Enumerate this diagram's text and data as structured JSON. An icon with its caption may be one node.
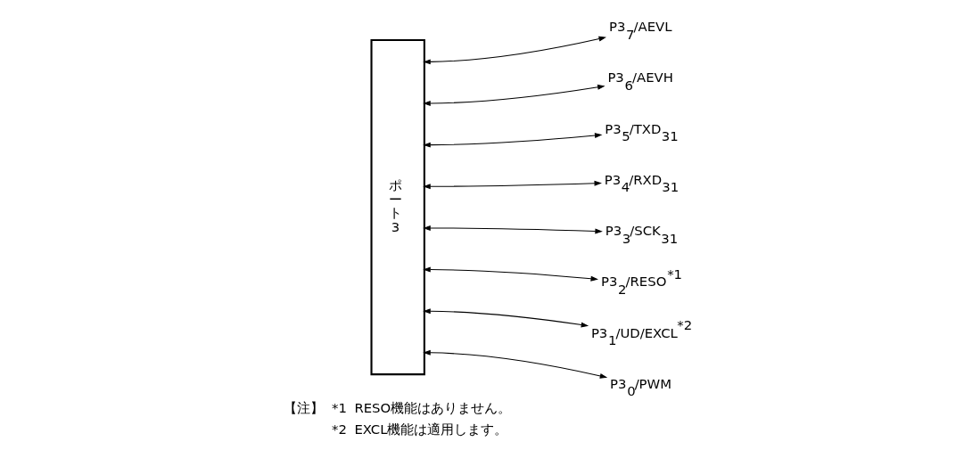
{
  "diagram": {
    "nodes": [
      {
        "text": [
          "ポート3"
        ]
      },
      {
        "text": [
          "P3$_{7}$/AEVL"
        ]
      },
      {
        "text": [
          "P3$_{6}$/AEVH"
        ]
      },
      {
        "text": [
          "P3$_{5}$/TXD$_{31}$"
        ]
      },
      {
        "text": [
          "P3$_{4}$/RXD$_{31}$"
        ]
      },
      {
        "text": [
          "P3$_{3}$/SCK$_{31}$"
        ]
      },
      {
        "text": [
          "P3$_{2}$/RESO$^{*1}$"
        ]
      },
      {
        "text": [
          "P3$_{1}$/UD/EXCL$^{*2}$"
        ]
      },
      {
        "text": [
          "P3$_{0}$/PWM"
        ]
      }
    ],
    "edges": [
      {
        "from": 0,
        "to": 1,
        "arrow": "both"
      },
      {
        "from": 0,
        "to": 2,
        "arrow": "both"
      },
      {
        "from": 0,
        "to": 3,
        "arrow": "both"
      },
      {
        "from": 0,
        "to": 4,
        "arrow": "both"
      },
      {
        "from": 0,
        "to": 5,
        "arrow": "both"
      },
      {
        "from": 0,
        "to": 6,
        "arrow": "both"
      },
      {
        "from": 0,
        "to": 7,
        "arrow": "both"
      },
      {
        "from": 0,
        "to": 8,
        "arrow": "both"
      }
    ],
    "labels": [
      "【注】",
      "*1",
      "RESO機能はありません。",
      "*2",
      "EXCL機能は適用します。"
    ]
  }
}
